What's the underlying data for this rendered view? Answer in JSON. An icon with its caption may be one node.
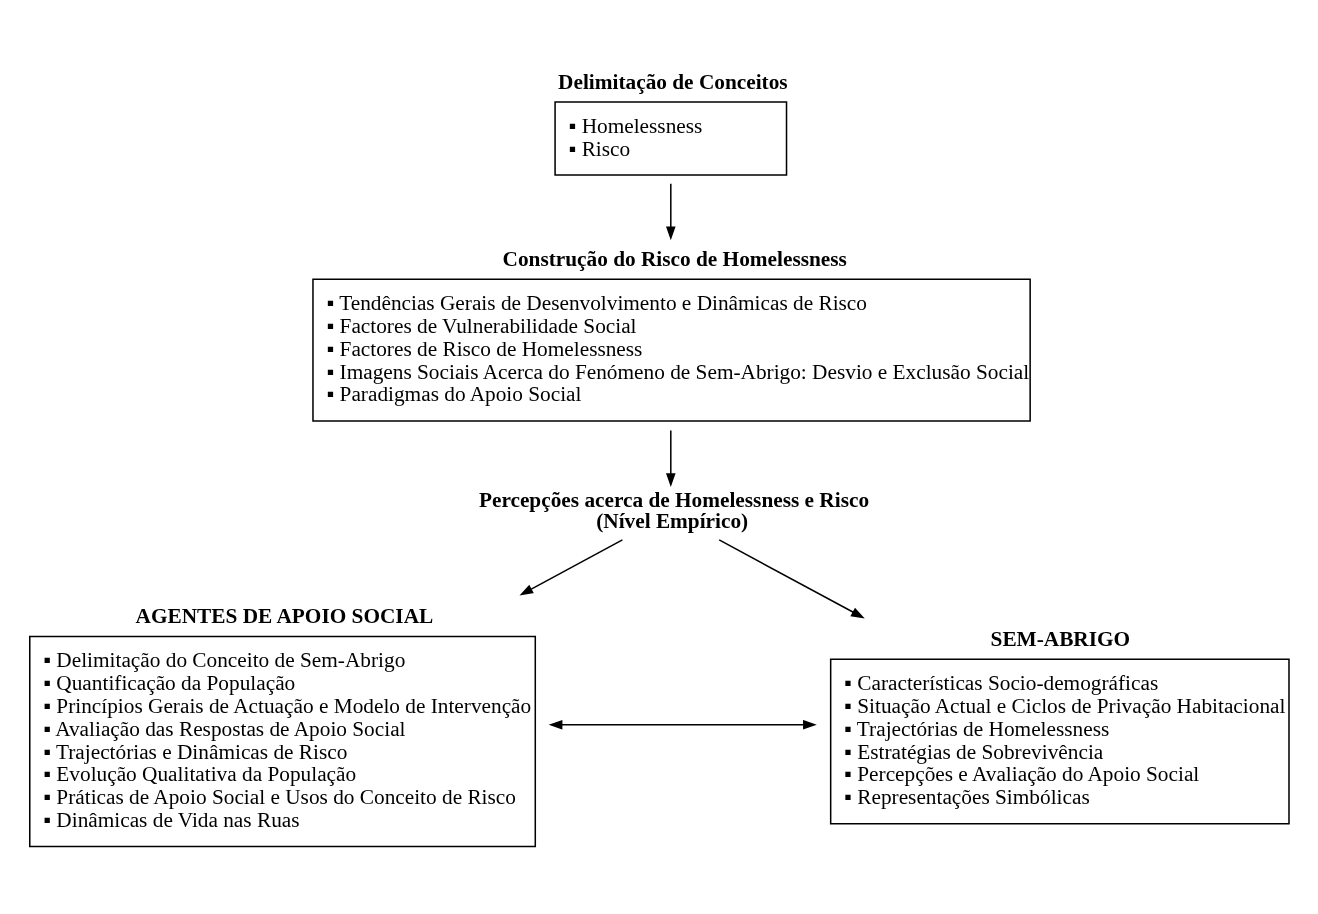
{
  "diagram": {
    "nodes": [
      {
        "text": [
          "Delimitação de Conceitos",
          "▪ Homelessness",
          "▪ Risco"
        ]
      },
      {
        "text": [
          "Construção do Risco de Homelessness",
          "▪ Tendências Gerais de Desenvolvimento e Dinâmicas de Risco",
          "▪ Factores de Vulnerabilidade Social",
          "▪ Factores de Risco de Homelessness",
          "▪ Imagens Sociais Acerca do Fenómeno de Sem-Abrigo: Desvio e Exclusão Social",
          "▪ Paradigmas do Apoio Social"
        ]
      },
      {
        "text": [
          "Percepções acerca de Homelessness e Risco",
          "(Nível Empírico)"
        ]
      },
      {
        "text": [
          "AGENTES DE APOIO SOCIAL",
          "▪ Delimitação do Conceito de Sem-Abrigo",
          "▪ Quantificação da População",
          "▪ Princípios Gerais de Actuação e Modelo de Intervenção",
          "▪ Avaliação das Respostas de Apoio Social",
          "▪ Trajectórias e Dinâmicas de Risco",
          "▪ Evolução Qualitativa da População",
          "▪ Práticas de Apoio Social e Usos do Conceito de Risco",
          "▪ Dinâmicas de Vida nas Ruas"
        ]
      },
      {
        "text": [
          "SEM-ABRIGO",
          "▪ Características Socio-demográficas",
          "▪ Situação Actual e Ciclos de Privação Habitacional",
          "▪ Trajectórias de Homelessness",
          "▪ Estratégias de Sobrevivência",
          "▪ Percepções e Avaliação do Apoio Social",
          "▪ Representações Simbólicas"
        ]
      }
    ],
    "edges": [
      {
        "from": 0,
        "to": 1,
        "arrow": "to"
      },
      {
        "from": 1,
        "to": 2,
        "arrow": "to"
      },
      {
        "from": 2,
        "to": 3,
        "arrow": "to"
      },
      {
        "from": 2,
        "to": 4,
        "arrow": "to"
      },
      {
        "from": 3,
        "to": 4,
        "arrow": "both"
      }
    ]
  }
}
